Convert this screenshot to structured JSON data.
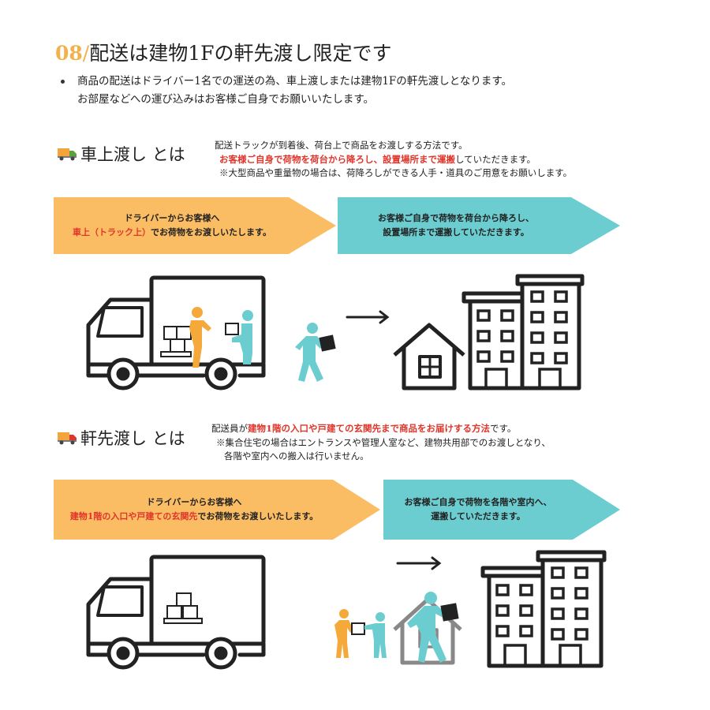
{
  "header": {
    "number": "08",
    "slash": "/",
    "title": "配送は建物1Fの軒先渡し限定です"
  },
  "notice": {
    "line1": "商品の配送はドライバー1名での運送の為、車上渡しまたは建物1Fの軒先渡しとなります。",
    "line2": "お部屋などへの運び込みはお客様ご自身でお願いいたします。"
  },
  "section1": {
    "icon": "truck-icon",
    "title": "車上渡し とは",
    "desc_line1": "配送トラックが到着後、荷台上で商品をお渡しする方法です。",
    "desc_line2_red": "お客様ご自身で荷物を荷台から降ろし、設置場所まで運搬",
    "desc_line2_rest": "していただきます。",
    "desc_line3": "※大型商品や重量物の場合は、荷降ろしができる人手・道具のご用意をお願いします。",
    "arrow1_line1": "ドライバーからお客様へ",
    "arrow1_line2_red": "車上（トラック上）",
    "arrow1_line2_rest": "でお荷物をお渡しいたします。",
    "arrow2_line1": "お客様ご自身で荷物を荷台から降ろし、",
    "arrow2_line2": "設置場所まで運搬していただきます。"
  },
  "section2": {
    "icon": "truck-icon",
    "title": "軒先渡し とは",
    "desc_line1_start": "配送員が",
    "desc_line1_red": "建物1階の入口や戸建ての玄関先まで商品をお届けする方法",
    "desc_line1_end": "です。",
    "desc_line2": "※集合住宅の場合はエントランスや管理人室など、建物共用部でのお渡しとなり、",
    "desc_line3": "各階や室内への搬入は行いません。",
    "arrow1_line1": "ドライバーからお客様へ",
    "arrow1_line2_red": "建物1階の入口や戸建ての玄関先",
    "arrow1_line2_rest": "でお荷物をお渡しいたします。",
    "arrow2_line1": "お客様ご自身で荷物を各階や室内へ、",
    "arrow2_line2": "運搬していただきます。"
  },
  "colors": {
    "accent": "#f3b14c",
    "orange_arrow": "#fbbd63",
    "teal_arrow": "#6ccdd0",
    "red_text": "#e0352b",
    "figure_teal": "#6ccdd0",
    "figure_orange": "#f6a93b"
  }
}
